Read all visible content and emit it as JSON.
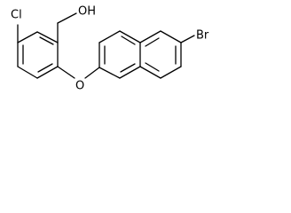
{
  "atoms": {
    "hydroxyl": "OH",
    "chlorine": "Cl",
    "ether_oxygen": "O",
    "bromine": "Br"
  }
}
